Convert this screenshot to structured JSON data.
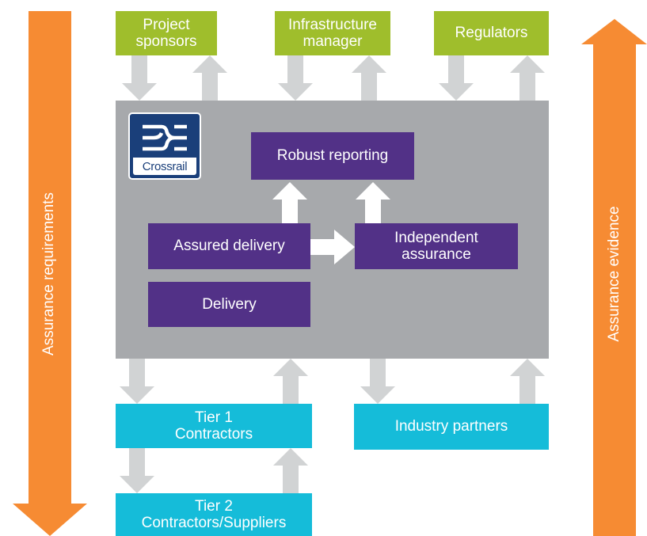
{
  "top_boxes": [
    {
      "label": "Project\nsponsors"
    },
    {
      "label": "Infrastructure\nmanager"
    },
    {
      "label": "Regulators"
    }
  ],
  "core": {
    "logo_word": "Crossrail",
    "robust_reporting": "Robust reporting",
    "assured_delivery": "Assured delivery",
    "independent_assurance": "Independent\nassurance",
    "delivery": "Delivery"
  },
  "bottom_boxes": {
    "tier1": "Tier 1\nContractors",
    "industry": "Industry partners",
    "tier2": "Tier 2\nContractors/Suppliers"
  },
  "side": {
    "left_label": "Assurance requirements",
    "right_label": "Assurance evidence"
  },
  "colors": {
    "orange": "#f68b33",
    "green": "#9fbe2c",
    "cyan": "#15bcd9",
    "purple": "#523187",
    "grey": "#a7a9ac",
    "light_arrow": "#d1d3d4"
  }
}
